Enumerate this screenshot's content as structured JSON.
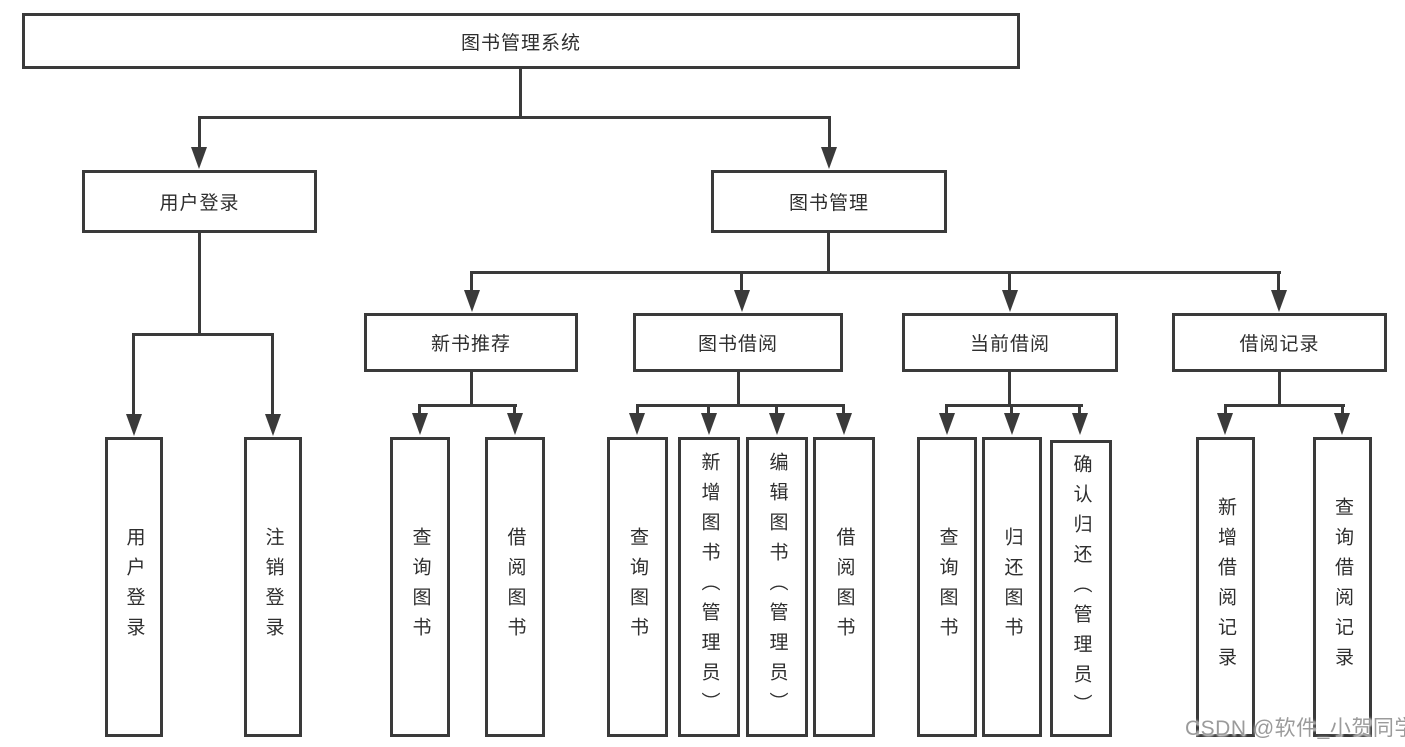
{
  "tree": {
    "label": "图书管理系统",
    "children": [
      {
        "label": "用户登录",
        "children": [
          {
            "label": "用户登录"
          },
          {
            "label": "注销登录"
          }
        ]
      },
      {
        "label": "图书管理",
        "children": [
          {
            "label": "新书推荐",
            "children": [
              {
                "label": "查询图书"
              },
              {
                "label": "借阅图书"
              }
            ]
          },
          {
            "label": "图书借阅",
            "children": [
              {
                "label": "查询图书"
              },
              {
                "label": "新增图书（管理员）"
              },
              {
                "label": "编辑图书（管理员）"
              },
              {
                "label": "借阅图书"
              }
            ]
          },
          {
            "label": "当前借阅",
            "children": [
              {
                "label": "查询图书"
              },
              {
                "label": "归还图书"
              },
              {
                "label": "确认归还（管理员）"
              }
            ]
          },
          {
            "label": "借阅记录",
            "children": [
              {
                "label": "新增借阅记录"
              },
              {
                "label": "查询借阅记录"
              }
            ]
          }
        ]
      }
    ]
  },
  "watermark": {
    "text": "CSDN @软件_小贺同学"
  },
  "colors": {
    "line": "#3a3a3a",
    "box_border": "#3a3a3a",
    "text": "#2e2e2e",
    "watermark": "#9b9b9b",
    "background": "#ffffff"
  }
}
